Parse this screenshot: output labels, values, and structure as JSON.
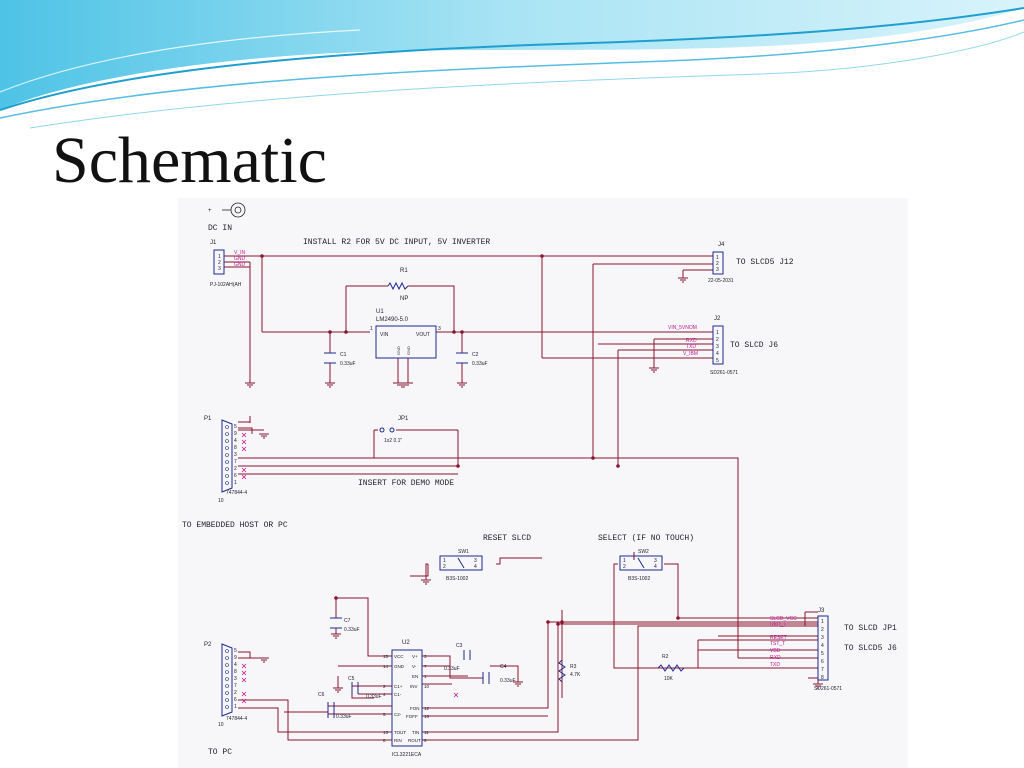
{
  "slide": {
    "title": "Schematic"
  },
  "annotations": {
    "dc_in": "DC IN",
    "install_note": "INSTALL R2 FOR 5V DC INPUT, 5V INVERTER",
    "demo_note": "INSERT FOR DEMO MODE",
    "to_host": "TO EMBEDDED HOST OR PC",
    "to_pc": "TO PC",
    "to_j12": "TO SLCD5 J12",
    "to_j6": "TO SLCD J6",
    "to_jp1": "TO SLCD JP1",
    "to_slcd5_j6": "TO SLCD5 J6",
    "reset_label": "RESET SLCD",
    "select_label": "SELECT (IF NO TOUCH)"
  },
  "components": {
    "j1": {
      "ref": "J1",
      "part": "PJ-102AH(AH",
      "pins": [
        "1",
        "2",
        "3"
      ],
      "nets": [
        "V_IN",
        "GND",
        "GND"
      ]
    },
    "r1": {
      "ref": "R1",
      "value": "NP"
    },
    "u1": {
      "ref": "U1",
      "part": "LM2490-5.0",
      "vin": "VIN",
      "vout": "VOUT",
      "gnd1": "GND",
      "gnd2": "GND",
      "pin1": "1",
      "pin3": "3"
    },
    "c1": {
      "ref": "C1",
      "value": "0.33uF"
    },
    "c2": {
      "ref": "C2",
      "value": "0.33uF"
    },
    "j4": {
      "ref": "J4",
      "part": "22-05-2031",
      "pins": [
        "1",
        "2",
        "3"
      ]
    },
    "j2": {
      "ref": "J2",
      "part": "SD261-0571",
      "pins": [
        "1",
        "2",
        "3",
        "4",
        "5"
      ],
      "nets": [
        "VIN_5VNOM",
        "RXD",
        "TXD",
        "V_IBM"
      ]
    },
    "p1": {
      "ref": "P1",
      "part": "747844-4",
      "pins": [
        "5",
        "9",
        "4",
        "8",
        "3",
        "7",
        "2",
        "6",
        "1"
      ],
      "shield": "10"
    },
    "jp1": {
      "ref": "JP1",
      "value": "1x2 0.1\""
    },
    "sw1": {
      "ref": "SW1",
      "part": "B3S-1002",
      "pins": [
        "1",
        "2",
        "3",
        "4"
      ]
    },
    "sw2": {
      "ref": "SW2",
      "part": "B3S-1002",
      "pins": [
        "1",
        "2",
        "3",
        "4"
      ]
    },
    "c7": {
      "ref": "C7",
      "value": "0.33uF"
    },
    "u2": {
      "ref": "U2",
      "part": "ICL3221ECA",
      "left_pins": [
        {
          "num": "15",
          "name": "VCC"
        },
        {
          "num": "14",
          "name": "GND"
        },
        {
          "num": "2",
          "name": "C1+"
        },
        {
          "num": "4",
          "name": "C1-"
        },
        {
          "num": "5",
          "name": "C2-"
        },
        {
          "num": "13",
          "name": "TOUT"
        },
        {
          "num": "8",
          "name": "RIN"
        }
      ],
      "right_pins": [
        {
          "num": "3",
          "name": "V+"
        },
        {
          "num": "7",
          "name": "V-"
        },
        {
          "num": "1",
          "name": "EN"
        },
        {
          "num": "10",
          "name": "INV"
        },
        {
          "num": "12",
          "name": "FON"
        },
        {
          "num": "16",
          "name": "FOFF"
        },
        {
          "num": "11",
          "name": "TIN"
        },
        {
          "num": "9",
          "name": "ROUT"
        }
      ]
    },
    "c3": {
      "ref": "C3",
      "value": "0.33uF"
    },
    "c4": {
      "ref": "C4",
      "value": "0.33uF"
    },
    "c5": {
      "ref": "C5",
      "value": "0.33uF"
    },
    "c6": {
      "ref": "C6",
      "value": "0.33uF"
    },
    "r3": {
      "ref": "R3",
      "value": "4.7K"
    },
    "r2": {
      "ref": "R2",
      "value": "10K"
    },
    "p2": {
      "ref": "P2",
      "part": "747844-4",
      "pins": [
        "5",
        "9",
        "4",
        "8",
        "3",
        "7",
        "2",
        "6",
        "1"
      ],
      "shield": "10"
    },
    "j3": {
      "ref": "J3",
      "part": "SD261-0571",
      "pins": [
        "1",
        "2",
        "3",
        "4",
        "5",
        "6",
        "7",
        "8"
      ],
      "nets": [
        "SLCD_VCC",
        "RXD_T",
        "RESET",
        "TST_T",
        "VBB",
        "RXD",
        "TXD"
      ]
    }
  },
  "colors": {
    "wire": "#8a1530",
    "net_label": "#c2188f",
    "body": "#1c2a8f",
    "text": "#223",
    "wave_light": "#a9e4f4",
    "wave_dark": "#1f9fd0"
  }
}
